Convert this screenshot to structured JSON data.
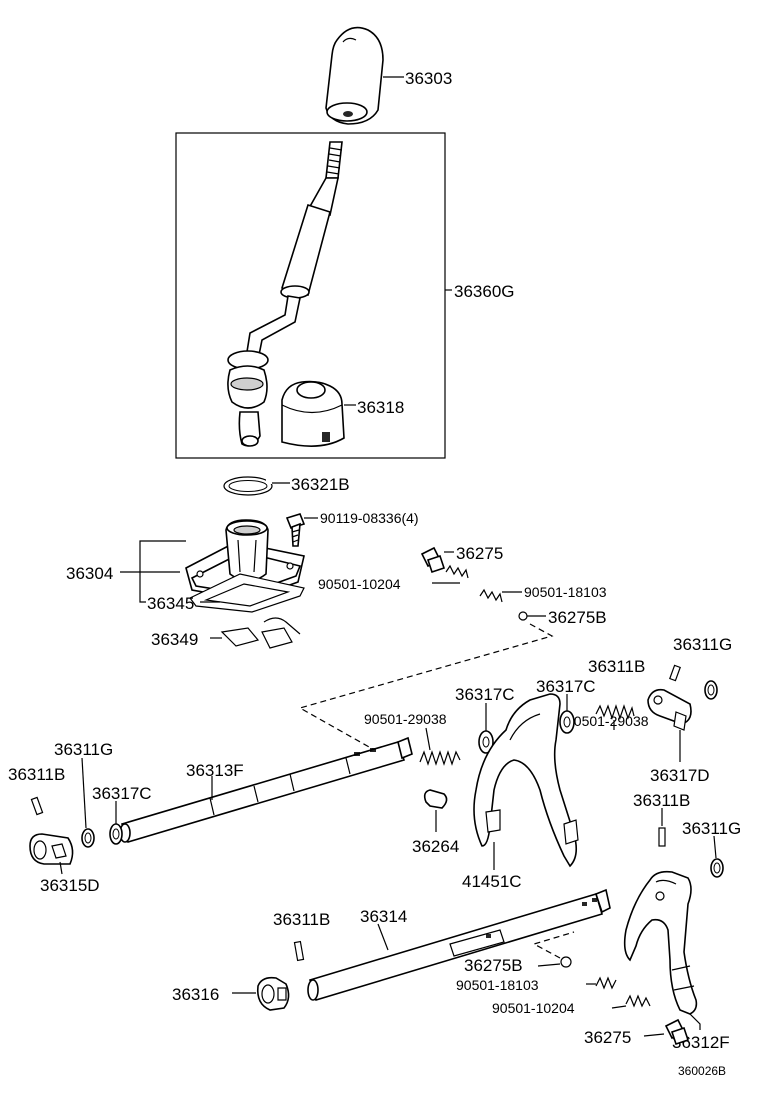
{
  "diagram": {
    "drawing_number": "360026B",
    "parts": {
      "knob": "36303",
      "lever_assembly": "36360G",
      "lever_seat": "36318",
      "snap_ring": "36321B",
      "retainer_bolt": "90119-08336(4)",
      "lever_retainer": "36304",
      "retainer_gasket": "36345",
      "retainer_spring": "36349",
      "plug_upper": "36275",
      "spring_upper_10204": "90501-10204",
      "spring_upper_18103": "90501-18103",
      "ball_upper": "36275B",
      "ring_right_top": "36311G",
      "pin_right_top": "36311B",
      "washer_fork_a": "36317C",
      "washer_fork_b": "36317C",
      "spring_left_29038": "90501-29038",
      "spring_right_29038": "90501-29038",
      "head_right": "36317D",
      "ring_left": "36311G",
      "pin_left": "36311B",
      "washer_left": "36317C",
      "shaft_upper": "36313F",
      "head_left": "36315D",
      "interlock_pin": "36264",
      "fork_upper": "41451C",
      "pin_right_mid": "36311B",
      "ring_right_mid": "36311G",
      "pin_lower": "36311B",
      "shaft_lower": "36314",
      "ball_lower": "36275B",
      "spring_lower_18103": "90501-18103",
      "spring_lower_10204": "90501-10204",
      "head_lower": "36316",
      "plug_lower": "36275",
      "fork_lower": "36312F"
    }
  }
}
